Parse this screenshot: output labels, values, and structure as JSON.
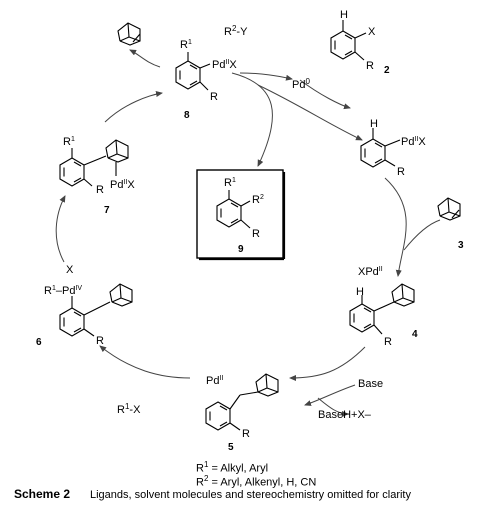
{
  "catalyst": {
    "pd0": "Pd",
    "pd0_sup": "0"
  },
  "reagents": {
    "r2y_a": "R",
    "r2y_sup": "2",
    "r2y_b": "-Y",
    "r1x": "R",
    "r1x_sup": "1",
    "r1x_b": "-X",
    "base": "Base",
    "base_byproduct": "BaseH+X–"
  },
  "compounds": {
    "c2": {
      "number": "2",
      "h": "H",
      "x": "X",
      "r": "R"
    },
    "c2b": {
      "h": "H",
      "pd": "Pd",
      "pd_ox": "II",
      "x": "X",
      "r": "R"
    },
    "c3": {
      "number": "3"
    },
    "c4": {
      "number": "4",
      "xpd": "XPd",
      "pd_ox": "II",
      "h": "H",
      "r": "R"
    },
    "c5": {
      "number": "5",
      "pd": "Pd",
      "pd_ox": "II",
      "r": "R"
    },
    "c6": {
      "number": "6",
      "x": "X",
      "r1": "R",
      "r1_sup": "1",
      "pd": "Pd",
      "pd_ox": "IV",
      "r": "R"
    },
    "c7": {
      "number": "7",
      "r1": "R",
      "r1_sup": "1",
      "pd": "Pd",
      "pd_ox": "II",
      "x": "X",
      "r": "R"
    },
    "c8": {
      "number": "8",
      "r1": "R",
      "r1_sup": "1",
      "pd": "Pd",
      "pd_ox": "II",
      "x": "X",
      "r": "R"
    },
    "c9": {
      "number": "9",
      "r1": "R",
      "r1_sup": "1",
      "r2": "R",
      "r2_sup": "2",
      "r": "R"
    }
  },
  "legend": {
    "r1_def_prefix": "R",
    "r1_def_sup": "1",
    "r1_def_text": " = Alkyl, Aryl",
    "r2_def_prefix": "R",
    "r2_def_sup": "2",
    "r2_def_text": " = Aryl, Alkenyl, H, CN"
  },
  "caption": {
    "scheme": "Scheme 2",
    "footnote": "Ligands, solvent molecules and stereochemistry omitted for clarity"
  }
}
